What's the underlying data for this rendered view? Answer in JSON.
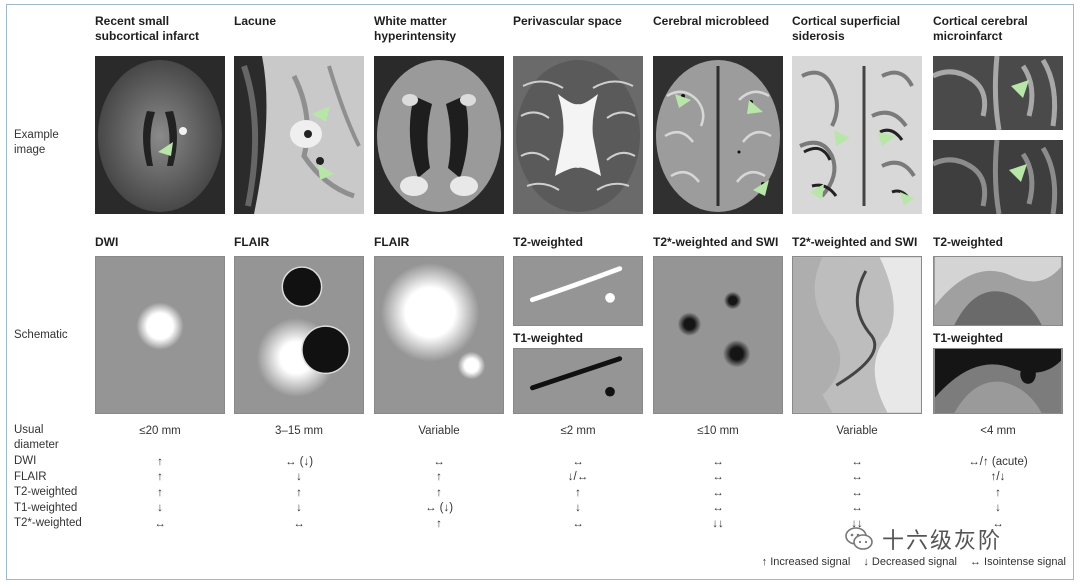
{
  "row_labels": {
    "example_image": "Example\nimage",
    "schematic": "Schematic",
    "usual_diameter": "Usual\ndiameter",
    "dwi": "DWI",
    "flair": "FLAIR",
    "t2": "T2-weighted",
    "t1": "T1-weighted",
    "t2star": "T2*-weighted"
  },
  "columns": [
    {
      "title": "Recent small subcortical infarct",
      "sequence": "DWI",
      "diameter": "≤20 mm",
      "dwi": "↑",
      "flair": "↑",
      "t2": "↑",
      "t1": "↓",
      "t2star": "↔"
    },
    {
      "title": "Lacune",
      "sequence": "FLAIR",
      "diameter": "3–15 mm",
      "dwi": "↔ (↓)",
      "flair": "↓",
      "t2": "↑",
      "t1": "↓",
      "t2star": "↔"
    },
    {
      "title": "White matter hyperintensity",
      "sequence": "FLAIR",
      "diameter": "Variable",
      "dwi": "↔",
      "flair": "↑",
      "t2": "↑",
      "t1": "↔ (↓)",
      "t2star": "↑"
    },
    {
      "title": "Perivascular space",
      "sequence": "T2-weighted",
      "sequence2": "T1-weighted",
      "diameter": "≤2 mm",
      "dwi": "↔",
      "flair": "↓/↔",
      "t2": "↑",
      "t1": "↓",
      "t2star": "↔"
    },
    {
      "title": "Cerebral microbleed",
      "sequence": "T2*-weighted and SWI",
      "diameter": "≤10 mm",
      "dwi": "↔",
      "flair": "↔",
      "t2": "↔",
      "t1": "↔",
      "t2star": "↓↓"
    },
    {
      "title": "Cortical superficial siderosis",
      "sequence": "T2*-weighted and SWI",
      "diameter": "Variable",
      "dwi": "↔",
      "flair": "↔",
      "t2": "↔",
      "t1": "↔",
      "t2star": "↓↓"
    },
    {
      "title": "Cortical cerebral microinfarct",
      "sequence": "T2-weighted",
      "sequence2": "T1-weighted",
      "diameter": "<4 mm",
      "dwi": "↔/↑ (acute)",
      "flair": "↑/↓",
      "t2": "↑",
      "t1": "↓",
      "t2star": "↔"
    }
  ],
  "legend": {
    "increased": "↑ Increased signal",
    "decreased": "↓ Decreased signal",
    "isointense": "↔ Isointense signal"
  },
  "watermark": {
    "text": "十六级灰阶"
  },
  "colors": {
    "arrow": "#b8e6a8",
    "frame": "#9fb8c8",
    "schematic_bg": "#959595"
  }
}
